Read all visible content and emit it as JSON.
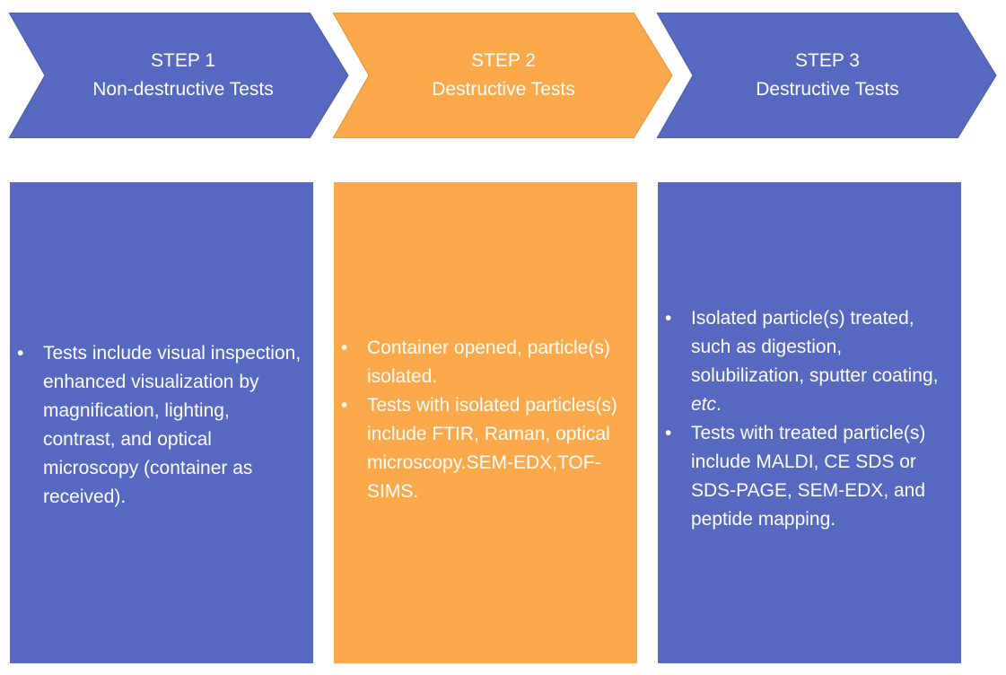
{
  "colors": {
    "blue": "#5668bf",
    "orange": "#fba94a",
    "text": "#ffffff"
  },
  "steps": [
    {
      "step_label": "STEP 1",
      "step_title": "Non-destructive Tests",
      "color": "#5668bf",
      "bullets": [
        "Tests include visual inspection, enhanced visualization by magnification, lighting, contrast, and optical microscopy (container as received)."
      ]
    },
    {
      "step_label": "STEP 2",
      "step_title": "Destructive Tests",
      "color": "#fba94a",
      "bullets": [
        "Container opened, particle(s) isolated.",
        "Tests with isolated particles(s) include FTIR, Raman, optical microscopy.SEM-EDX,TOF-SIMS."
      ]
    },
    {
      "step_label": "STEP 3",
      "step_title": "Destructive Tests",
      "color": "#5668bf",
      "bullets": [
        "Isolated particle(s) treated, such as digestion, solubilization, sputter coating,",
        "Tests with treated particle(s) include MALDI, CE SDS or SDS-PAGE, SEM-EDX, and peptide mapping."
      ],
      "bullet_1_italic": "etc",
      "bullet_1_end": "."
    }
  ]
}
